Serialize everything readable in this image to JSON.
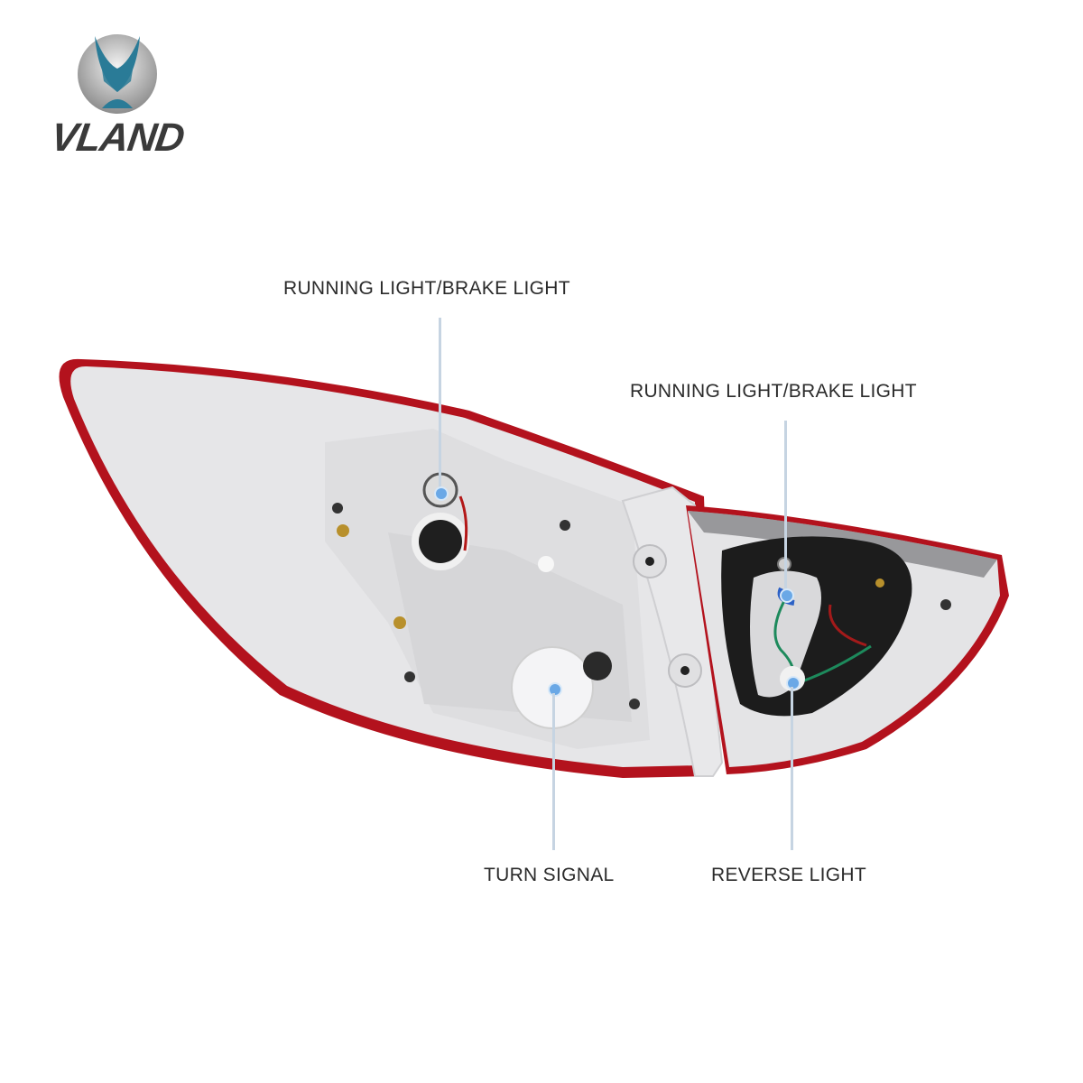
{
  "brand": {
    "name": "VLAND",
    "logo_icon": "vland-emblem-icon",
    "colors": {
      "teal": "#2a7b97",
      "silver": "#a6a6a6",
      "text": "#3a3a3a"
    }
  },
  "product": {
    "description": "rear tail light assembly, back view",
    "colors": {
      "housing": "#e4e4e6",
      "lens_edge": "#b3121d",
      "gasket": "#1c1c1c",
      "callout": "#c6d4e2",
      "dot": "#6aa8e6"
    }
  },
  "callouts": [
    {
      "label": "RUNNING LIGHT/BRAKE LIGHT",
      "target": "left bulb socket"
    },
    {
      "label": "RUNNING LIGHT/BRAKE LIGHT",
      "target": "right bulb socket"
    },
    {
      "label": "TURN SIGNAL",
      "target": "turn signal socket"
    },
    {
      "label": "REVERSE LIGHT",
      "target": "reverse light socket"
    }
  ]
}
